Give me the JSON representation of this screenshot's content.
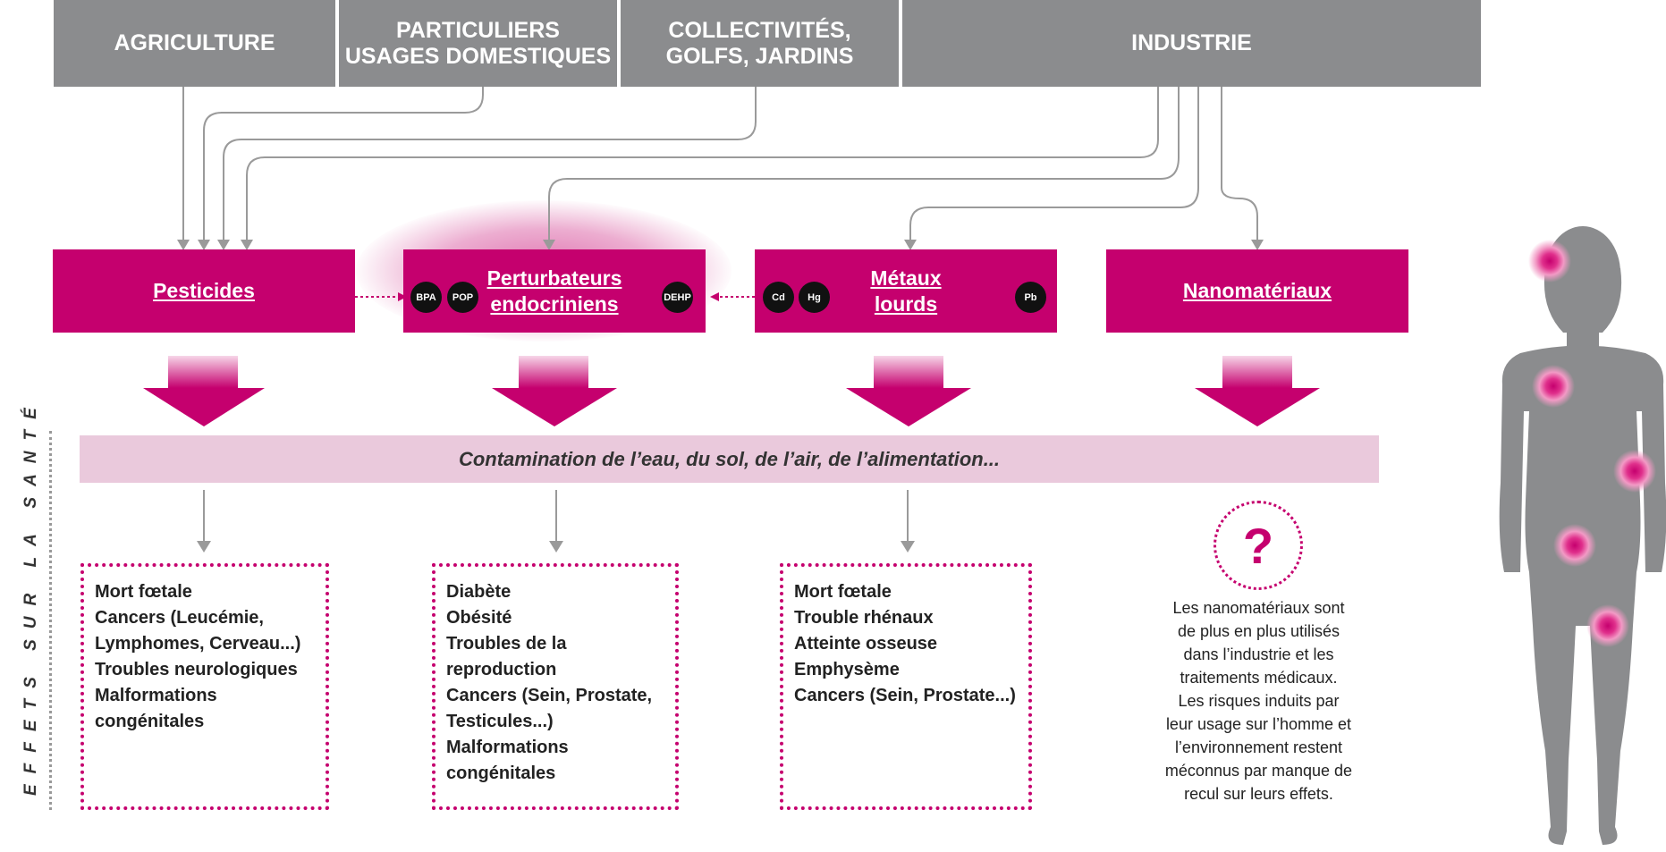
{
  "sources": [
    "AGRICULTURE",
    "PARTICULIERS\nUSAGES DOMESTIQUES",
    "COLLECTIVITÉS,\nGOLFS, JARDINS",
    "INDUSTRIE"
  ],
  "categories": [
    "Pesticides",
    "Perturbateurs\nendocriniens",
    "Métaux\nlourds",
    "Nanomatériaux"
  ],
  "chemicals": {
    "bpa": "BPA",
    "pop": "POP",
    "dehp": "DEHP",
    "cd": "Cd",
    "hg": "Hg",
    "pb": "Pb"
  },
  "contamination": "Contamination de l’eau, du sol, de l’air, de l’alimentation...",
  "side_label": "EFFETS SUR LA SANTÉ",
  "effects": {
    "pesticides": [
      "Mort fœtale",
      "Cancers (Leucémie,",
      "Lymphomes, Cerveau...)",
      "Troubles neurologiques",
      "Malformations",
      "congénitales"
    ],
    "perturbateurs": [
      "Diabète",
      "Obésité",
      "Troubles de la",
      "reproduction",
      "Cancers (Sein, Prostate,",
      "Testicules...)",
      "Malformations",
      "congénitales"
    ],
    "metaux": [
      "Mort fœtale",
      "Trouble rhénaux",
      "Atteinte osseuse",
      "Emphysème",
      "Cancers (Sein, Prostate...)"
    ]
  },
  "question_mark": "?",
  "nano_text": [
    "Les nanomatériaux sont",
    "de plus en plus utilisés",
    "dans l’industrie et les",
    "traitements médicaux.",
    "Les risques induits par",
    "leur usage sur l’homme et",
    "l’environnement restent",
    "méconnus par manque de",
    "recul sur leurs effets."
  ],
  "colors": {
    "grey": "#8b8c8e",
    "magenta": "#c5006e",
    "pink_band": "#eac9dc"
  }
}
